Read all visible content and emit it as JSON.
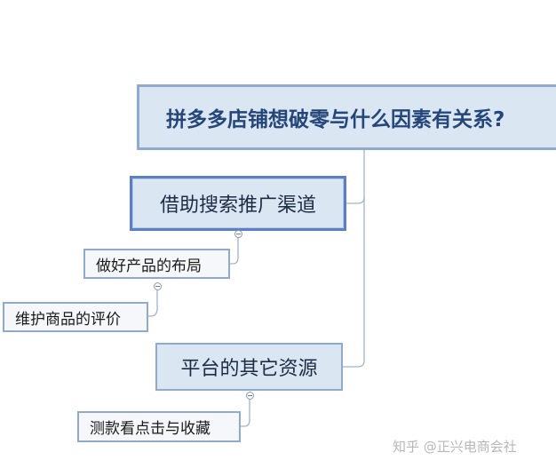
{
  "diagram": {
    "root": {
      "label": "拼多多店铺想破零与什么因素有关系?"
    },
    "branches": [
      {
        "label": "借助搜索推广渠道",
        "children": [
          "做好产品的布局",
          "维护商品的评价"
        ]
      },
      {
        "label": "平台的其它资源",
        "children": [
          "测款看点击与收藏"
        ]
      }
    ]
  },
  "watermark": {
    "text": "知乎 @正兴电商会社"
  },
  "colors": {
    "node_fill": "#dbe6f3",
    "node_border": "#8eaad0",
    "selected_border": "#5b7fc0",
    "connector": "#9fb3d1"
  }
}
